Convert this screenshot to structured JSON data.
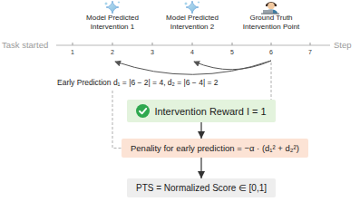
{
  "diagram": {
    "nodes": [
      {
        "text": [
          "Intervention Reward I = 1"
        ]
      },
      {
        "text": [
          "Penality for early prediction = −α · (d₁² + d₂²)"
        ]
      },
      {
        "text": [
          "PTS = Normalized Score ∈ [0,1]"
        ]
      }
    ],
    "edges": [
      {
        "from": 0,
        "to": 1,
        "arrow": "to"
      },
      {
        "from": 1,
        "to": 2,
        "arrow": "to"
      }
    ],
    "labels": [
      "Task started",
      "Step",
      "1",
      "2",
      "3",
      "4",
      "5",
      "6",
      "7",
      "Model Predicted Intervention 1",
      "Model Predicted Intervention 2",
      "Ground Truth Intervention Point",
      "Early Prediction d₁ = |6 − 2| = 4, d₂ = |6 − 4| = 2"
    ]
  }
}
